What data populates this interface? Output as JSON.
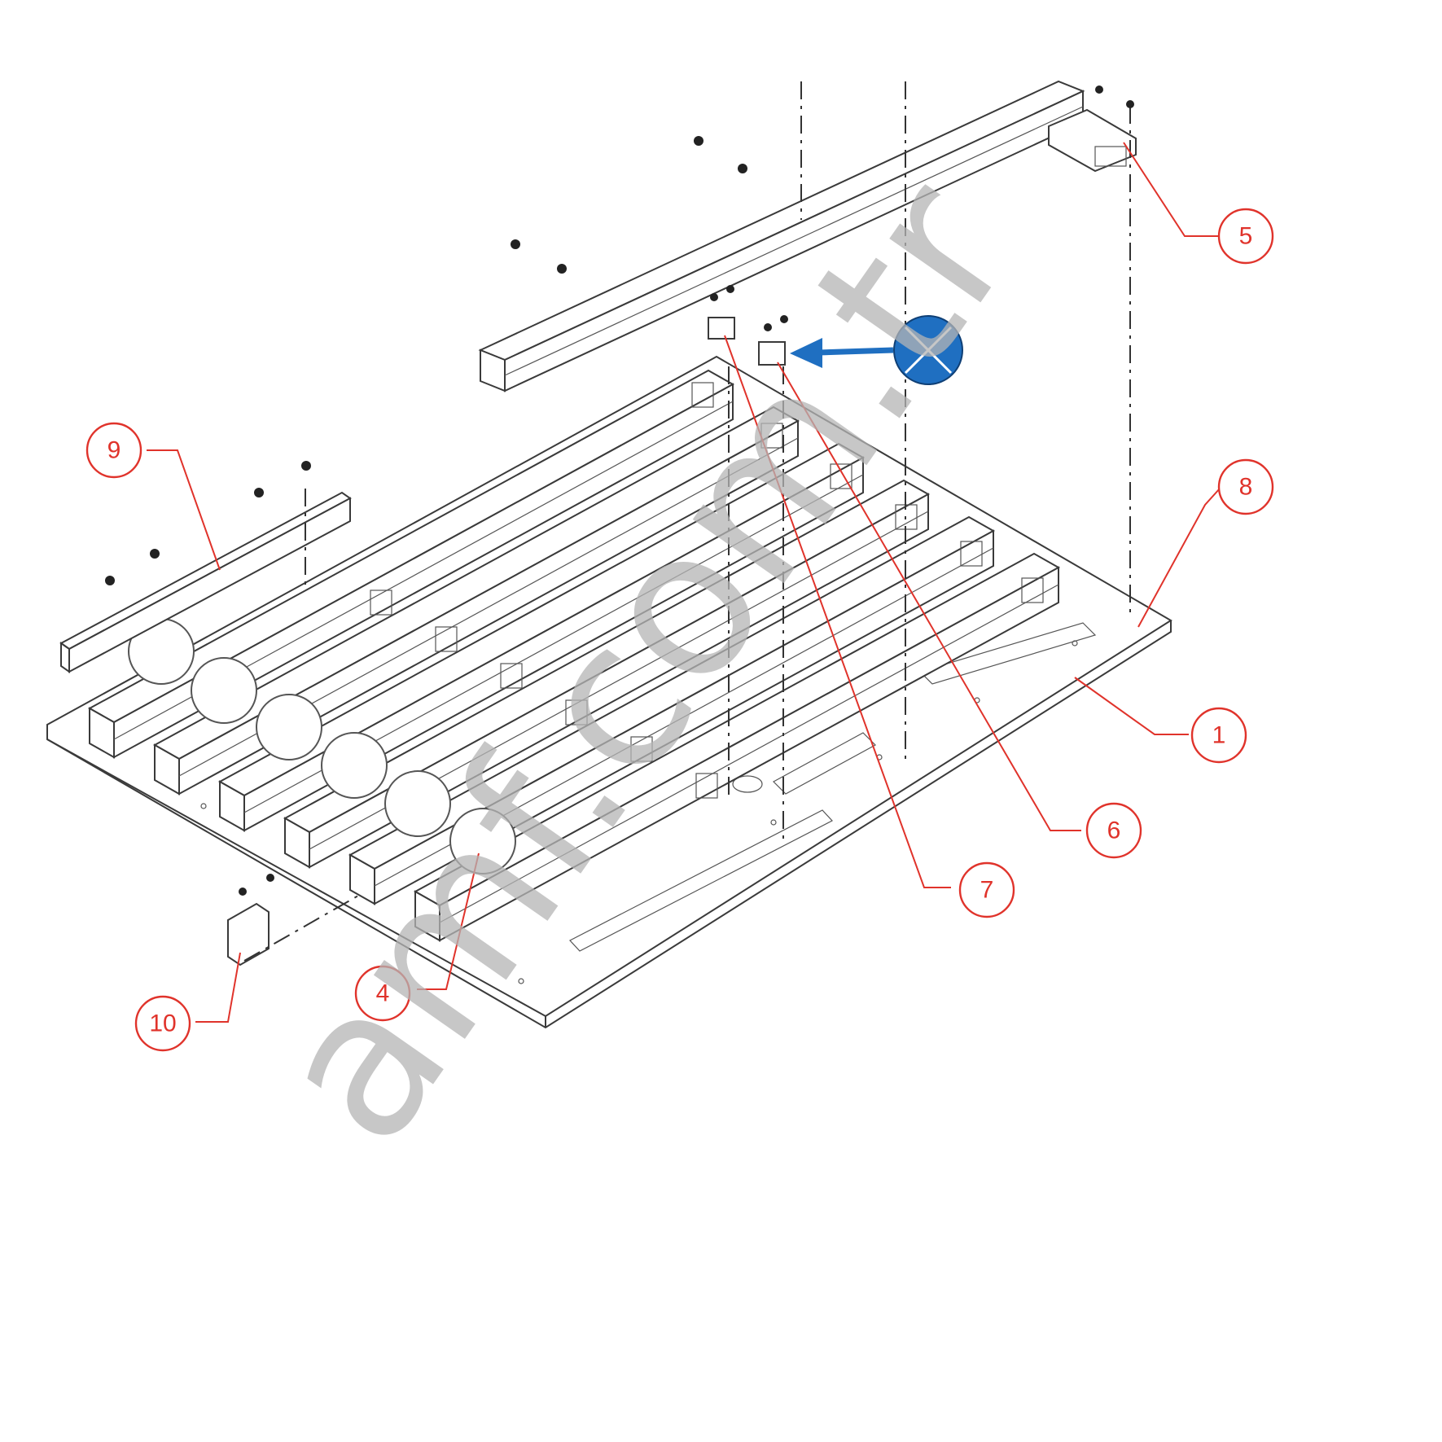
{
  "callouts": [
    {
      "id": "c1",
      "label": "1"
    },
    {
      "id": "c4",
      "label": "4"
    },
    {
      "id": "c5",
      "label": "5"
    },
    {
      "id": "c6",
      "label": "6"
    },
    {
      "id": "c7",
      "label": "7"
    },
    {
      "id": "c8",
      "label": "8"
    },
    {
      "id": "c9",
      "label": "9"
    },
    {
      "id": "c10",
      "label": "10"
    }
  ],
  "watermark": "amf.com.tr",
  "colors": {
    "callout": "#e0332b",
    "indicator": "#1f6fc1",
    "drawing": "#3a3a3a",
    "watermark": "#b5b5b5"
  },
  "icons": {
    "indicator": "crossed-circle-icon",
    "arrow": "arrow-left-icon"
  }
}
